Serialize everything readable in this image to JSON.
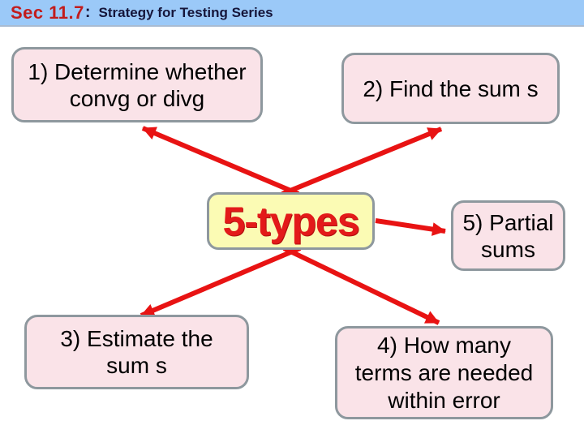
{
  "header": {
    "section": "Sec 11.7",
    "colon": ":",
    "title": "Strategy for Testing Series"
  },
  "diagram": {
    "center": {
      "label": "5-types"
    },
    "nodes": [
      {
        "id": "node-1",
        "lines": [
          "1) Determine whether",
          "convg or divg"
        ]
      },
      {
        "id": "node-2",
        "lines": [
          "2) Find the sum s"
        ]
      },
      {
        "id": "node-3",
        "lines": [
          "3) Estimate the",
          "sum s"
        ]
      },
      {
        "id": "node-4",
        "lines": [
          "4) How many",
          "terms are needed",
          "within error"
        ]
      },
      {
        "id": "node-5",
        "lines": [
          "5) Partial",
          "sums"
        ]
      }
    ],
    "edges": [
      {
        "from": "5-types",
        "to": "node-1"
      },
      {
        "from": "5-types",
        "to": "node-2"
      },
      {
        "from": "5-types",
        "to": "node-3"
      },
      {
        "from": "5-types",
        "to": "node-4"
      },
      {
        "from": "5-types",
        "to": "node-5"
      }
    ]
  },
  "colors": {
    "header_bg": "#9bc9f8",
    "section_red": "#c21c1c",
    "title_dark": "#15153a",
    "node_pink": "#fae3e8",
    "node_yellow": "#fbfbb4",
    "node_border_gray": "#8e989e",
    "arrow_red": "#e81313",
    "node_text": "#000000",
    "background": "#ffffff"
  }
}
